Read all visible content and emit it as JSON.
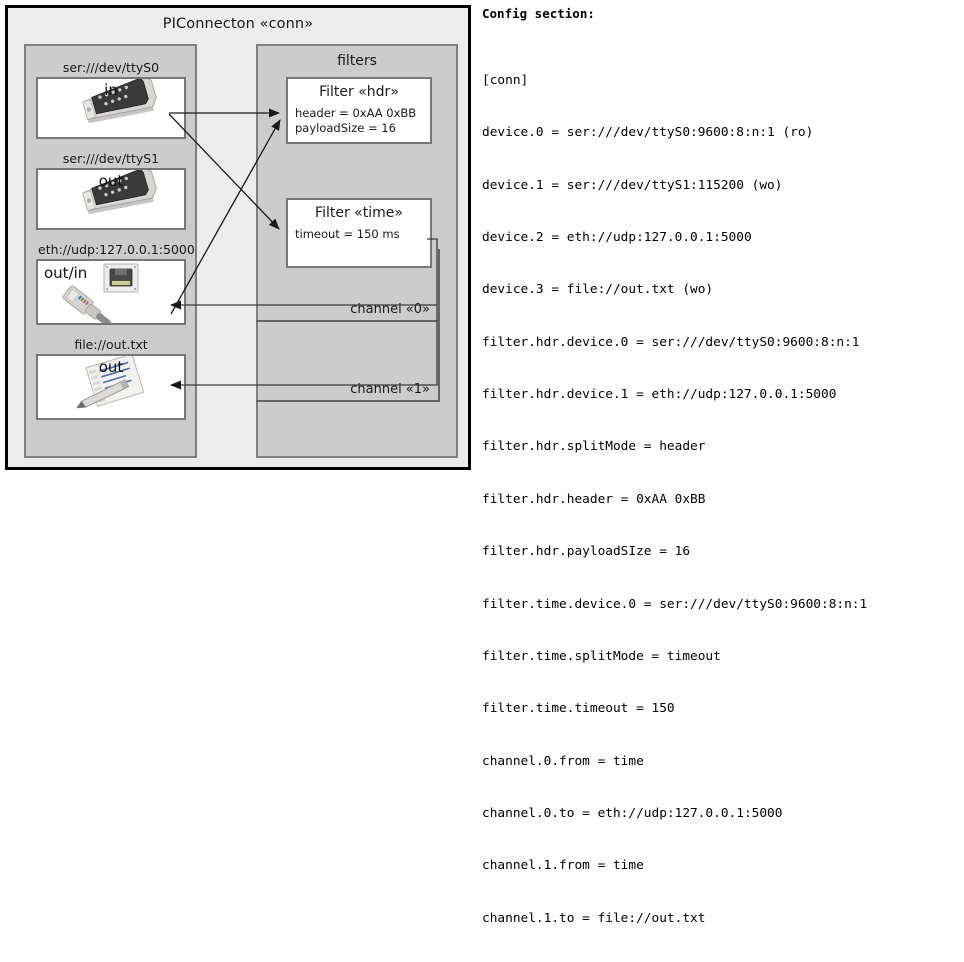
{
  "diagram": {
    "title": "PIConnecton « conn »",
    "title_text": "PIConnecton «conn»",
    "devices_panel": {
      "title": "",
      "items": [
        {
          "label": "ser:///dev/ttyS0",
          "direction": "in",
          "icon": "serial-port-icon",
          "label_align": "center"
        },
        {
          "label": "ser:///dev/ttyS1",
          "direction": "out",
          "icon": "serial-port-icon",
          "label_align": "center"
        },
        {
          "label": "eth://udp:127.0.0.1:5000",
          "direction": "out/in",
          "icon": "ethernet-jack-icon",
          "label_align": "left"
        },
        {
          "label": "file://out.txt",
          "direction": "out",
          "icon": "text-file-icon",
          "label_align": "center"
        }
      ]
    },
    "filters_panel": {
      "title": "filters",
      "filters": [
        {
          "title": "Filter «hdr»",
          "attrs": [
            "header = 0xAA 0xBB",
            "payloadSize = 16"
          ]
        },
        {
          "title": "Filter «time»",
          "attrs": [
            "timeout = 150 ms"
          ]
        }
      ],
      "channels": [
        {
          "label": "channel «0»"
        },
        {
          "label": "channel «1»"
        }
      ]
    }
  },
  "config": {
    "heading": "Config section:",
    "lines": [
      "[conn]",
      "device.0 = ser:///dev/ttyS0:9600:8:n:1 (ro)",
      "device.1 = ser:///dev/ttyS1:115200 (wo)",
      "device.2 = eth://udp:127.0.0.1:5000",
      "device.3 = file://out.txt (wo)",
      "filter.hdr.device.0 = ser:///dev/ttyS0:9600:8:n:1",
      "filter.hdr.device.1 = eth://udp:127.0.0.1:5000",
      "filter.hdr.splitMode = header",
      "filter.hdr.header = 0xAA 0xBB",
      "filter.hdr.payloadSIze = 16",
      "filter.time.device.0 = ser:///dev/ttyS0:9600:8:n:1",
      "filter.time.splitMode = timeout",
      "filter.time.timeout = 150",
      "channel.0.from = time",
      "channel.0.to = eth://udp:127.0.0.1:5000",
      "channel.1.from = time",
      "channel.1.to = file://out.txt"
    ]
  },
  "colors": {
    "frame_border": "#000000",
    "frame_bg": "#ececec",
    "panel_bg": "#cccccc",
    "panel_border": "#808080",
    "box_bg": "#ffffff",
    "box_border": "#777777",
    "arrow": "#1a1a1a"
  }
}
